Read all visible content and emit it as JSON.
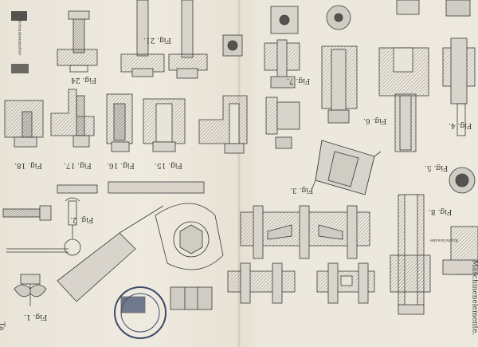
{
  "plate": {
    "edge_label_left": "Ta",
    "edge_label_right": "Maschinenelemente.",
    "tiny_caption_1": "Schraubenmutter",
    "tiny_caption_2": "Kopfschraube"
  },
  "figures": [
    {
      "id": "f24",
      "label": "Fig. 24"
    },
    {
      "id": "f21a",
      "label": "Fig. 21."
    },
    {
      "id": "f18",
      "label": "Fig. 18."
    },
    {
      "id": "f17",
      "label": "Fig. 17."
    },
    {
      "id": "f16",
      "label": "Fig. 16."
    },
    {
      "id": "f15",
      "label": "Fig. 15."
    },
    {
      "id": "f7",
      "label": "Fig. 7."
    },
    {
      "id": "f6",
      "label": "Fig. 6."
    },
    {
      "id": "f5",
      "label": "Fig. 5."
    },
    {
      "id": "f4",
      "label": "Fig. 4."
    },
    {
      "id": "f3",
      "label": "Fig. 3."
    },
    {
      "id": "f2",
      "label": "Fig. 2."
    },
    {
      "id": "f1",
      "label": "Fig. 1."
    },
    {
      "id": "f8",
      "label": "Fig. 8."
    }
  ],
  "colors": {
    "line": "#3a3a3a",
    "hatch": "#6b6b6b",
    "fill_grey": "#bcbab4",
    "stamp": "#3c4a6a"
  }
}
